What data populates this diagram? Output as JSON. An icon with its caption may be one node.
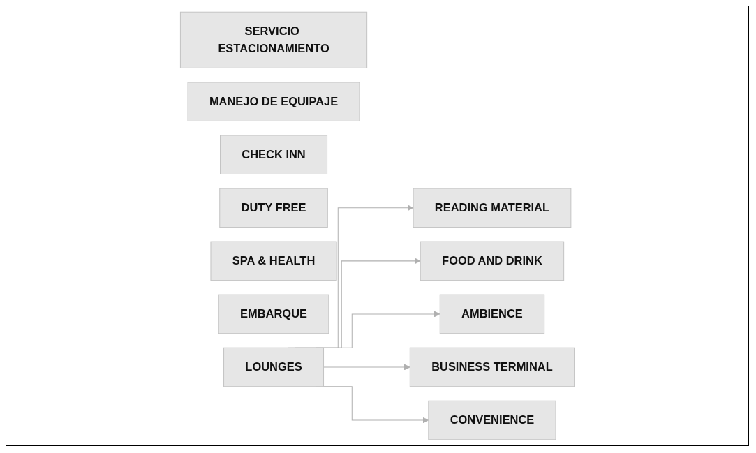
{
  "diagram": {
    "nodes": [
      {
        "text": [
          "SERVICIO ESTACIONAMIENTO"
        ]
      },
      {
        "text": [
          "MANEJO DE EQUIPAJE"
        ]
      },
      {
        "text": [
          "CHECK INN"
        ]
      },
      {
        "text": [
          "READING MATERIAL"
        ]
      },
      {
        "text": [
          "FOOD AND DRINK"
        ]
      },
      {
        "text": [
          "AMBIENCE"
        ]
      },
      {
        "text": [
          "LOUNGES"
        ]
      },
      {
        "text": [
          "BUSINESS TERMINAL"
        ]
      },
      {
        "text": [
          "CONVENIENCE"
        ]
      },
      {
        "text": [
          "DUTY FREE"
        ]
      },
      {
        "text": [
          "SPA & HEALTH"
        ]
      },
      {
        "text": [
          "EMBARQUE"
        ]
      }
    ],
    "edges": [
      {
        "from": 6,
        "to": 3,
        "arrow": "to"
      },
      {
        "from": 6,
        "to": 4,
        "arrow": "to"
      },
      {
        "from": 6,
        "to": 5,
        "arrow": "to"
      },
      {
        "from": 6,
        "to": 7,
        "arrow": "to"
      },
      {
        "from": 6,
        "to": 8,
        "arrow": "to"
      }
    ]
  }
}
